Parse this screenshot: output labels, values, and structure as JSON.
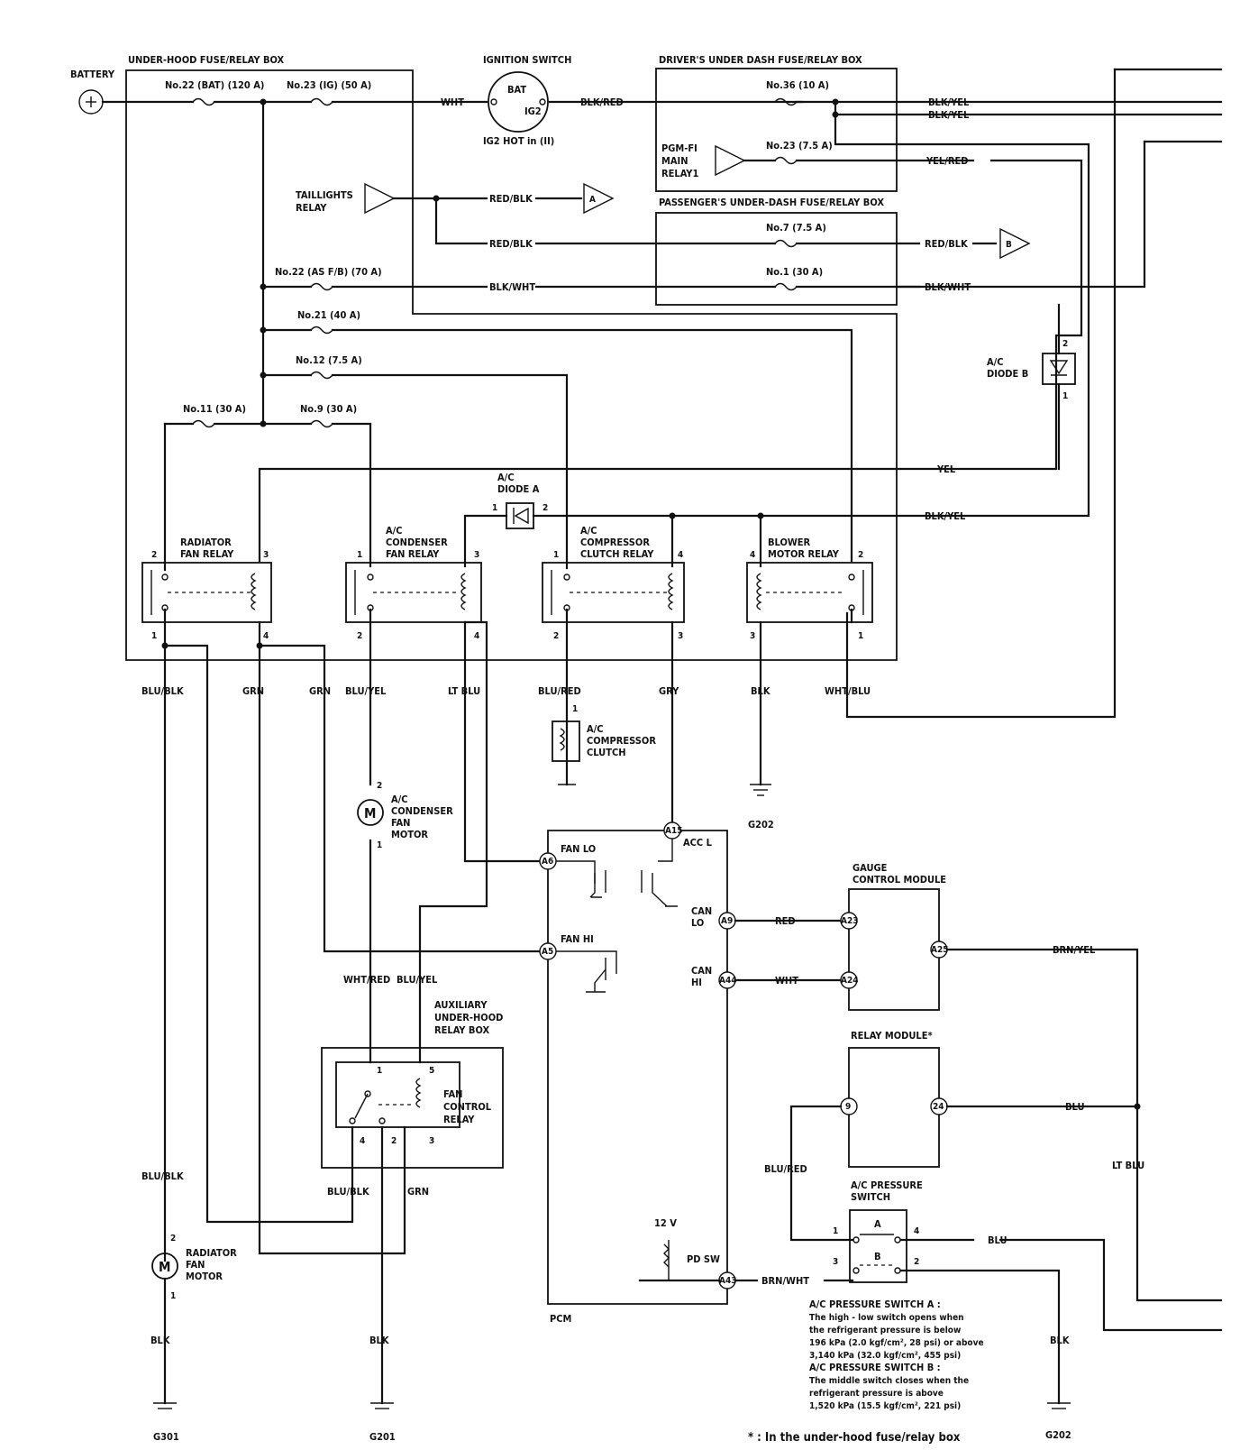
{
  "battery": "BATTERY",
  "boxes": {
    "under_hood": "UNDER-HOOD FUSE/RELAY BOX",
    "driver_dash": "DRIVER'S UNDER  DASH FUSE/RELAY BOX",
    "passenger_dash": "PASSENGER'S UNDER-DASH FUSE/RELAY BOX",
    "aux": [
      "AUXILIARY",
      "UNDER-HOOD",
      "RELAY BOX"
    ]
  },
  "ignition": {
    "title": "IGNITION SWITCH",
    "bat": "BAT",
    "ig2": "IG2",
    "hot": "IG2 HOT in (II)"
  },
  "fuses": {
    "f22bat": "No.22 (BAT) (120 A)",
    "f23ig": "No.23 (IG) (50 A)",
    "f36": "No.36 (10 A)",
    "f23d": "No.23 (7.5 A)",
    "f7": "No.7 (7.5 A)",
    "f1": "No.1 (30 A)",
    "f22as": "No.22 (AS F/B) (70 A)",
    "f21": "No.21 (40 A)",
    "f12": "No.12 (7.5 A)",
    "f11": "No.11 (30 A)",
    "f9": "No.9 (30 A)"
  },
  "relays": {
    "pgmfi": [
      "PGM-FI",
      "MAIN",
      "RELAY1"
    ],
    "taillights": [
      "TAILLIGHTS",
      "RELAY"
    ],
    "radiator": [
      "RADIATOR",
      "FAN RELAY"
    ],
    "condenser": [
      "A/C",
      "CONDENSER",
      "FAN RELAY"
    ],
    "compressor": [
      "A/C",
      "COMPRESSOR",
      "CLUTCH RELAY"
    ],
    "blower": [
      "BLOWER",
      "MOTOR RELAY"
    ],
    "fan_control": [
      "FAN",
      "CONTROL",
      "RELAY"
    ]
  },
  "diodes": {
    "a": [
      "A/C",
      "DIODE A"
    ],
    "b": [
      "A/C",
      "DIODE B"
    ]
  },
  "connectors": {
    "a": "A",
    "b": "B"
  },
  "wires": {
    "wht": "WHT",
    "blk_red": "BLK/RED",
    "blk_yel1": "BLK/YEL",
    "blk_yel2": "BLK/YEL",
    "yel_red": "YEL/RED",
    "red_blk1": "RED/BLK",
    "red_blk2": "RED/BLK",
    "red_blk3": "RED/BLK",
    "blk_wht1": "BLK/WHT",
    "blk_wht2": "BLK/WHT",
    "yel": "YEL",
    "blk_yel3": "BLK/YEL",
    "blu_blk1": "BLU/BLK",
    "grn1": "GRN",
    "grn2": "GRN",
    "blu_yel1": "BLU/YEL",
    "lt_blu1": "LT BLU",
    "blu_red1": "BLU/RED",
    "gry": "GRY",
    "blk1": "BLK",
    "wht_blu": "WHT/BLU",
    "wht_red": "WHT/RED",
    "blu_yel2": "BLU/YEL",
    "blu_blk2": "BLU/BLK",
    "grn3": "GRN",
    "blu_blk3": "BLU/BLK",
    "blk2": "BLK",
    "blk3": "BLK",
    "red": "RED",
    "wht2": "WHT",
    "brn_yel": "BRN/YEL",
    "blu1": "BLU",
    "blu2": "BLU",
    "blu_red2": "BLU/RED",
    "lt_blu2": "LT BLU",
    "brn_wht": "BRN/WHT",
    "blk4": "BLK"
  },
  "components": {
    "compressor_clutch": [
      "A/C",
      "COMPRESSOR",
      "CLUTCH"
    ],
    "condenser_motor": [
      "A/C",
      "CONDENSER",
      "FAN",
      "MOTOR"
    ],
    "radiator_motor": [
      "RADIATOR",
      "FAN",
      "MOTOR"
    ],
    "motor_symbol": "M"
  },
  "grounds": {
    "g202a": "G202",
    "g301": "G301",
    "g201": "G201",
    "g202b": "G202"
  },
  "pcm": {
    "label": "PCM",
    "fan_lo": "FAN LO",
    "fan_hi": "FAN HI",
    "acc_l": "ACC L",
    "can_lo": [
      "CAN",
      "LO"
    ],
    "can_hi": [
      "CAN",
      "HI"
    ],
    "pd_sw": "PD SW",
    "v12": "12 V",
    "a15": "A15",
    "a6": "A6",
    "a5": "A5",
    "a9": "A9",
    "a44": "A44",
    "a43": "A43"
  },
  "gauge": {
    "title": [
      "GAUGE",
      "CONTROL MODULE"
    ],
    "a23": "A23",
    "a24": "A24",
    "a25": "A25"
  },
  "relay_module": {
    "title": "RELAY MODULE*",
    "p9": "9",
    "p24": "24"
  },
  "pressure_switch": {
    "title": [
      "A/C PRESSURE",
      "SWITCH"
    ],
    "a": "A",
    "b": "B"
  },
  "pins": {
    "r2": "2",
    "r3": "3",
    "r1": "1",
    "r4": "4",
    "c1": "1",
    "c3": "3",
    "c2": "2",
    "c4": "4",
    "k1": "1",
    "k4": "4",
    "k2": "2",
    "k3": "3",
    "b4": "4",
    "b2": "2",
    "b3": "3",
    "b1": "1",
    "da1": "1",
    "da2": "2",
    "db2": "2",
    "db1": "1",
    "cc1": "1",
    "cm2": "2",
    "cm1": "1",
    "rm2": "2",
    "rm1": "1",
    "fc1": "1",
    "fc5": "5",
    "fc4": "4",
    "fc2": "2",
    "fc3": "3",
    "ps1": "1",
    "ps4": "4",
    "ps3": "3",
    "ps2": "2"
  },
  "notes": {
    "switch_a": [
      "A/C PRESSURE SWITCH A :",
      "The high - low switch opens when",
      "the refrigerant pressure is below",
      "196 kPa (2.0 kgf/cm², 28 psi) or above",
      "3,140 kPa (32.0 kgf/cm², 455 psi)",
      "A/C PRESSURE SWITCH B :",
      "The middle switch closes when the",
      "refrigerant pressure is above",
      "1,520 kPa (15.5 kgf/cm², 221 psi)"
    ],
    "footnote": "* : In the under-hood fuse/relay box"
  }
}
